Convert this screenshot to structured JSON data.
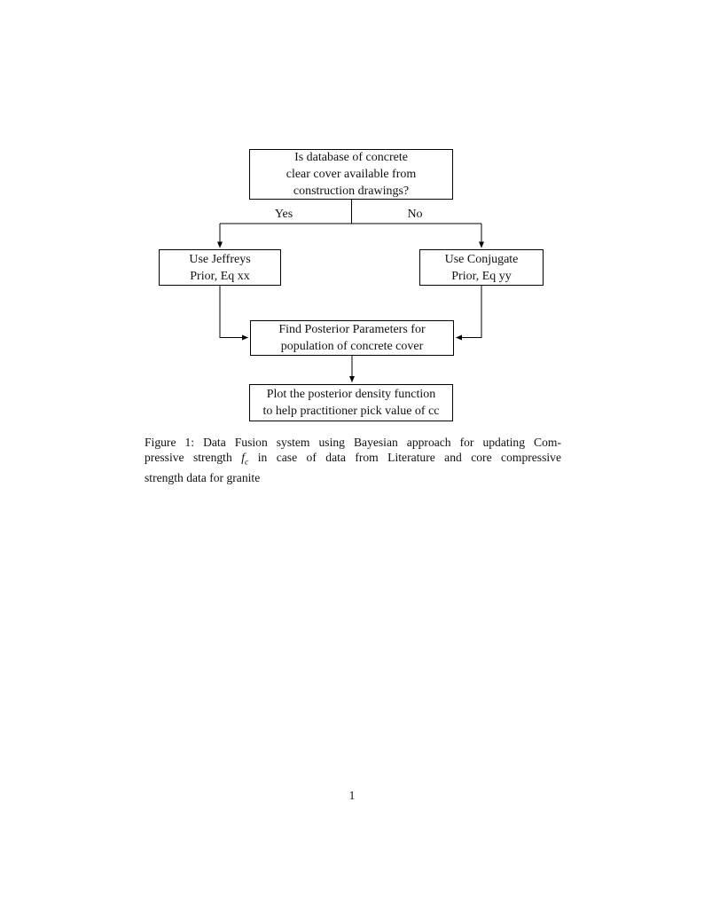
{
  "page": {
    "number": "1"
  },
  "flowchart": {
    "nodes": {
      "decision": {
        "lines": [
          "Is database of concrete",
          "clear cover available from",
          "construction drawings?"
        ]
      },
      "jeffreys": {
        "lines": [
          "Use Jeffreys",
          "Prior, Eq xx"
        ]
      },
      "conjugate": {
        "lines": [
          "Use Conjugate",
          "Prior, Eq yy"
        ]
      },
      "posterior": {
        "lines": [
          "Find Posterior Parameters for",
          "population of concrete cover"
        ]
      },
      "plot": {
        "lines": [
          "Plot the posterior density function",
          "to help practitioner pick value of cc"
        ]
      }
    },
    "edge_labels": {
      "yes": "Yes",
      "no": "No"
    },
    "line_color": "#000000"
  },
  "caption": {
    "line1": "Figure 1: Data Fusion system using Bayesian approach for updating Com-",
    "line2_pre": "pressive strength",
    "math_symbol": "f",
    "math_sub": "c",
    "line2_post": "in case of data from Literature and core compressive",
    "line3": "strength data for granite"
  }
}
